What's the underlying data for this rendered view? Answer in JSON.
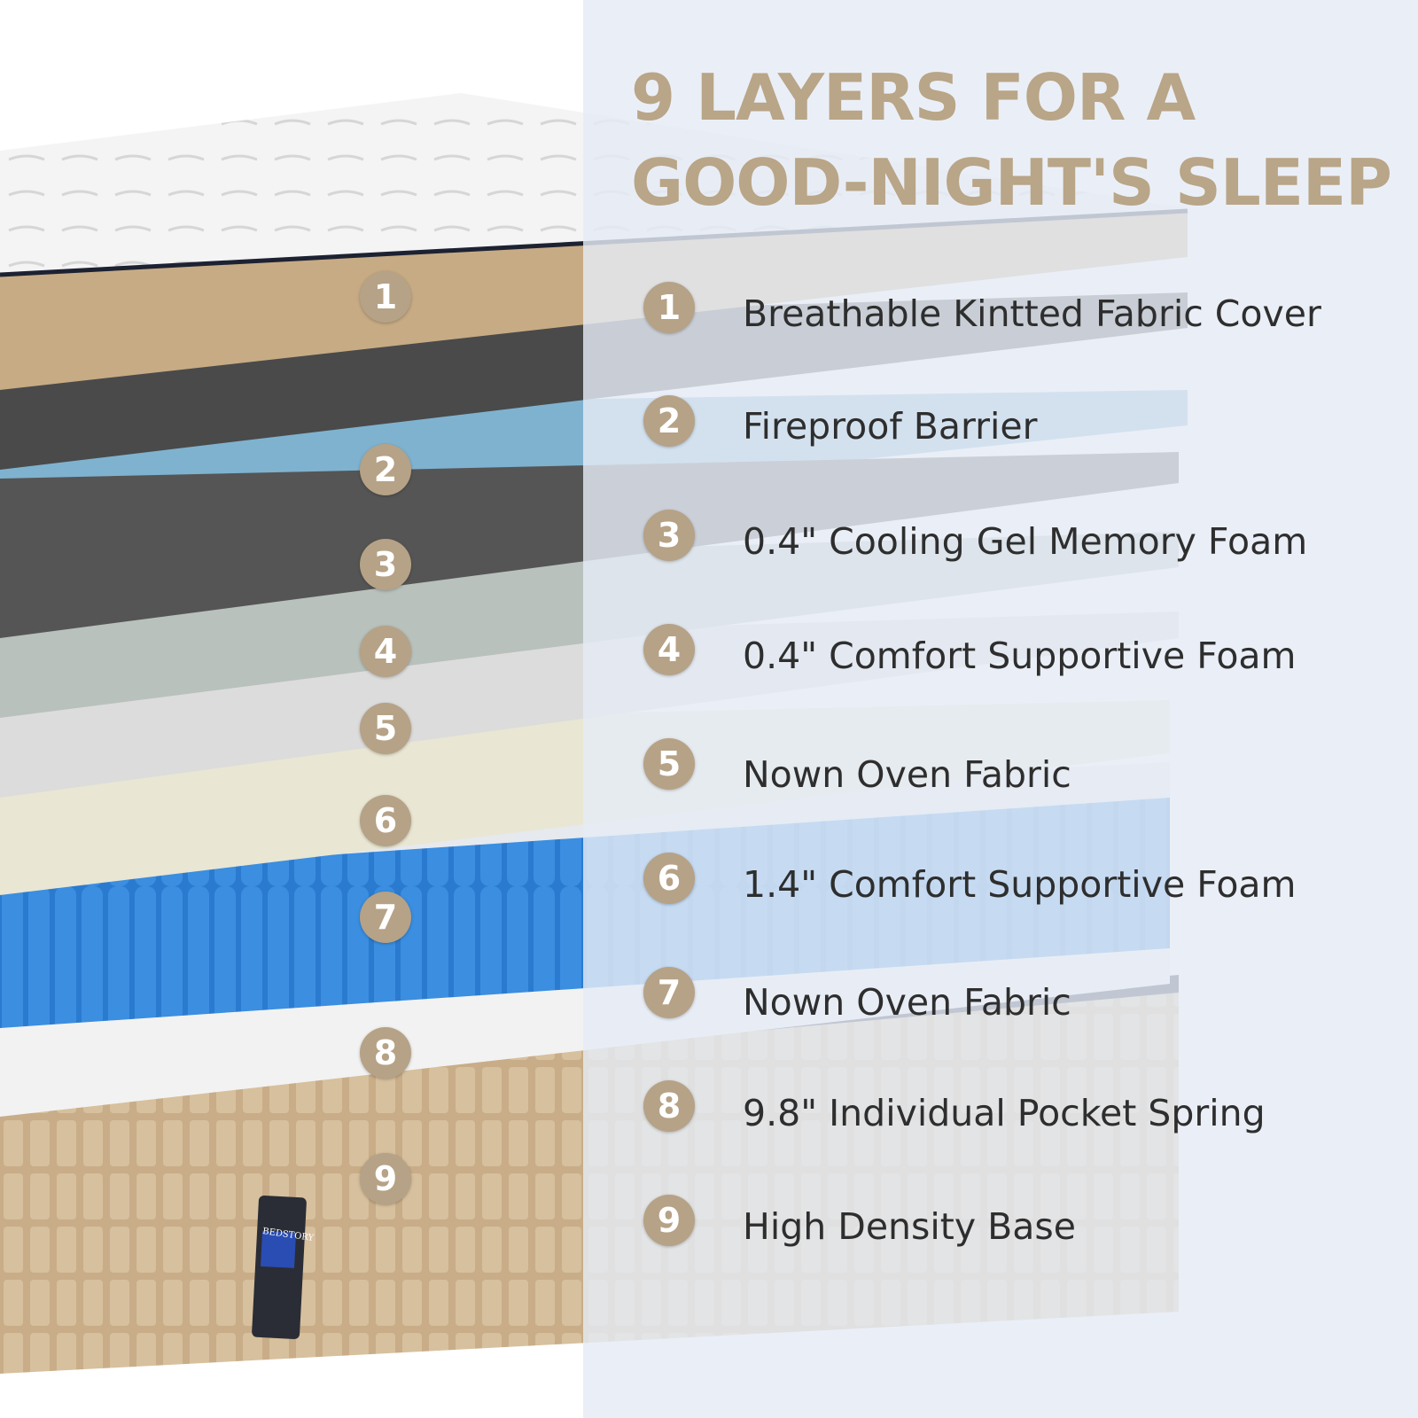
{
  "title_line1": "9 LAYERS FOR A",
  "title_line2": "GOOD-NIGHT'S SLEEP",
  "brand_logo": "BEDSTORY",
  "colors": {
    "accent": "#b6a286",
    "panel": "#e5ecf5",
    "text": "#2e2e2e"
  },
  "layers": [
    {
      "num": "1",
      "label": "Breathable Kintted Fabric Cover"
    },
    {
      "num": "2",
      "label": "Fireproof Barrier"
    },
    {
      "num": "3",
      "label": "0.4\" Cooling Gel Memory Foam"
    },
    {
      "num": "4",
      "label": "0.4\" Comfort Supportive Foam"
    },
    {
      "num": "5",
      "label": "Nown Oven Fabric"
    },
    {
      "num": "6",
      "label": "1.4\" Comfort Supportive Foam"
    },
    {
      "num": "7",
      "label": "Nown Oven Fabric"
    },
    {
      "num": "8",
      "label": "9.8\" Individual Pocket Spring"
    },
    {
      "num": "9",
      "label": "High Density Base"
    }
  ]
}
